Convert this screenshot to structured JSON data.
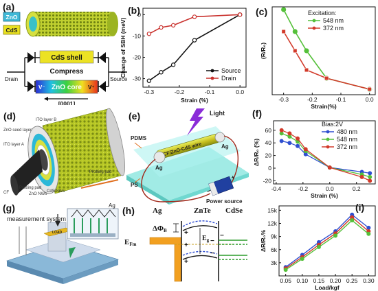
{
  "panels": {
    "a": {
      "label": "(a)",
      "zno_tag": "ZnO",
      "cds_tag": "CdS",
      "shell_text": "CdS shell",
      "compress_text": "Compress",
      "core_text": "ZnO core",
      "v_minus": "V⁻",
      "v_plus": "V⁺",
      "drain_text": "Drain",
      "source_text": "Source",
      "axis_text": "[0001]"
    },
    "d": {
      "label": "(d)",
      "ito_b": "ITO layer B",
      "zno_seed": "ZnO seed layer",
      "ito_a": "ITO layer A",
      "cf": "CF",
      "probing_pad": "Probing pad",
      "zno_nws": "ZnO NWs",
      "cds_nws": "CdS NWs",
      "probing_pad_right": "Probing pad"
    },
    "e": {
      "label": "(e)",
      "light": "Light",
      "pdms": "PDMS",
      "wire": "CF/ZnO-CdS wire",
      "ag_left": "Ag",
      "ag_right": "Ag",
      "ps": "PS",
      "power": "Power source"
    },
    "g": {
      "label": "(g)",
      "measurement": "measurement system",
      "ag": "Ag",
      "load": "LOAD"
    },
    "h": {
      "label": "(h)",
      "ag": "Ag",
      "znte": "ZnTe",
      "cdse": "CdSe",
      "dphi": "ΔΦ",
      "dphi_sub": "B",
      "efm": "E",
      "efm_sub": "Fm",
      "eg": "E",
      "eg_sub": "g"
    }
  },
  "chart_data": [
    {
      "panel": "(b)",
      "type": "line",
      "xlabel": "Strain (%)",
      "ylabel": "Change of SBH (meV)",
      "xlim": [
        -0.32,
        0.02
      ],
      "ylim": [
        -34,
        3
      ],
      "xticks": [
        "-0.3",
        "-0.2",
        "-0.1",
        "0.0"
      ],
      "yticks": [
        "0",
        "-10",
        "-20",
        "-30"
      ],
      "legend_position": "bottom-right",
      "series": [
        {
          "name": "Source",
          "color": "#111111",
          "marker": "circle",
          "x": [
            -0.3,
            -0.26,
            -0.22,
            -0.15,
            0.0
          ],
          "y": [
            -31,
            -27,
            -23.5,
            -12,
            0
          ]
        },
        {
          "name": "Drain",
          "color": "#c9302c",
          "marker": "circle",
          "x": [
            -0.3,
            -0.26,
            -0.22,
            -0.15,
            0.0
          ],
          "y": [
            -9,
            -6,
            -5,
            -1,
            0
          ]
        }
      ]
    },
    {
      "panel": "(c)",
      "type": "line",
      "xlabel": "Strain(%)",
      "ylabel": "(R/R₀)",
      "xlim": [
        -0.34,
        0.02
      ],
      "ylim": [
        0,
        16
      ],
      "xticks": [
        "-0.3",
        "-0.2",
        "-0.1",
        "0.0"
      ],
      "yticks": [],
      "legend_title": "Excitation:",
      "legend_position": "top-right",
      "series": [
        {
          "name": "548 nm",
          "color": "#55c03a",
          "marker": "circle",
          "x": [
            -0.3,
            -0.26,
            -0.22,
            -0.15,
            0.0
          ],
          "y": [
            15.5,
            11.5,
            8,
            3,
            1
          ]
        },
        {
          "name": "372 nm",
          "color": "#d23a2a",
          "marker": "square",
          "x": [
            -0.3,
            -0.26,
            -0.22,
            -0.15,
            0.0
          ],
          "y": [
            11.5,
            8,
            4.5,
            3,
            1
          ]
        }
      ]
    },
    {
      "panel": "(f)",
      "type": "line",
      "xlabel": "Strain (%)",
      "ylabel": "ΔR/R₀ (%)",
      "xlim": [
        -0.42,
        0.34
      ],
      "ylim": [
        -25,
        75
      ],
      "xticks": [
        "-0.4",
        "-0.2",
        "0.0",
        "0.2"
      ],
      "yticks": [
        "60",
        "40",
        "20",
        "0",
        "-20"
      ],
      "legend_title": "Bias:2V",
      "legend_position": "top-right",
      "series": [
        {
          "name": "480 nm",
          "color": "#2f4fd0",
          "marker": "circle",
          "x": [
            -0.36,
            -0.3,
            -0.24,
            -0.18,
            0.0,
            0.24,
            0.3
          ],
          "y": [
            43,
            40,
            35,
            22,
            1,
            -6,
            -8
          ]
        },
        {
          "name": "548 nm",
          "color": "#55c03a",
          "marker": "circle",
          "x": [
            -0.36,
            -0.3,
            -0.24,
            -0.18,
            0.0,
            0.24,
            0.3
          ],
          "y": [
            55,
            50,
            42,
            27,
            1,
            -10,
            -14
          ]
        },
        {
          "name": "372 nm",
          "color": "#d23a2a",
          "marker": "circle",
          "x": [
            -0.36,
            -0.3,
            -0.24,
            -0.18,
            0.0,
            0.24,
            0.3
          ],
          "y": [
            60,
            55,
            47,
            30,
            1,
            -14,
            -20
          ]
        }
      ]
    },
    {
      "panel": "(i)",
      "type": "line",
      "xlabel": "Load/kgf",
      "ylabel": "ΔR/R₀%",
      "xlim": [
        0.03,
        0.32
      ],
      "ylim": [
        0,
        16000
      ],
      "xticks": [
        "0.05",
        "0.10",
        "0.15",
        "0.20",
        "0.25",
        "0.30"
      ],
      "yticks": [
        "3k",
        "6k",
        "9k",
        "12k",
        "15k"
      ],
      "series": [
        {
          "color": "#2f4fd0",
          "marker": "circle",
          "x": [
            0.05,
            0.1,
            0.15,
            0.2,
            0.25,
            0.3
          ],
          "y": [
            2000,
            4800,
            7700,
            10200,
            14000,
            11000
          ]
        },
        {
          "color": "#d23a2a",
          "marker": "circle",
          "x": [
            0.05,
            0.1,
            0.15,
            0.2,
            0.25,
            0.3
          ],
          "y": [
            1700,
            4300,
            7100,
            9700,
            13400,
            10200
          ]
        },
        {
          "color": "#55c03a",
          "marker": "circle",
          "x": [
            0.05,
            0.1,
            0.15,
            0.2,
            0.25,
            0.3
          ],
          "y": [
            1400,
            3900,
            6600,
            9200,
            12700,
            9600
          ]
        }
      ]
    }
  ]
}
